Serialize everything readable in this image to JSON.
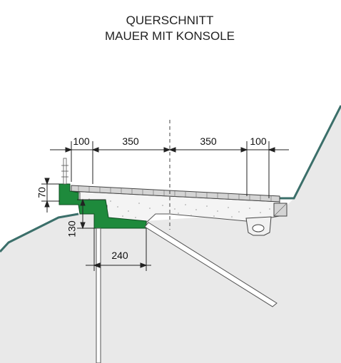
{
  "title": {
    "line1": "QUERSCHNITT",
    "line2": "MAUER MIT KONSOLE"
  },
  "dimensions": {
    "left_edge": "100",
    "left_lane": "350",
    "right_lane": "350",
    "right_edge": "100",
    "wall_height": "70",
    "console_height": "130",
    "foundation_width": "240"
  },
  "colors": {
    "terrain": "#e9e9e9",
    "terrain_line": "#3b6f6a",
    "wall": "#1e8a3c",
    "concrete": "#f6f6f6",
    "deck_layer": "#d4d4d4"
  }
}
